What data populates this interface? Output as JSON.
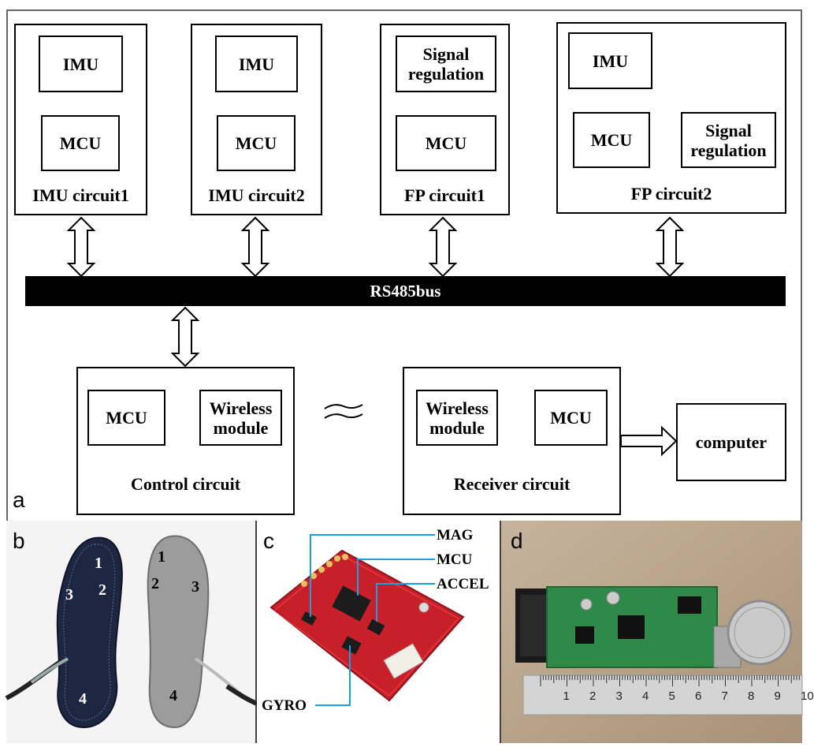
{
  "panel_a": {
    "letter": "a",
    "imu_circuit1": {
      "top": "IMU",
      "bottom": "MCU",
      "caption": "IMU circuit1"
    },
    "imu_circuit2": {
      "top": "IMU",
      "bottom": "MCU",
      "caption": "IMU circuit2"
    },
    "fp_circuit1": {
      "top_line1": "Signal",
      "top_line2": "regulation",
      "bottom": "MCU",
      "caption": "FP circuit1"
    },
    "fp_circuit2": {
      "imu": "IMU",
      "mcu": "MCU",
      "sig_line1": "Signal",
      "sig_line2": "regulation",
      "caption": "FP circuit2"
    },
    "bus": "RS485bus",
    "control_circuit": {
      "mcu": "MCU",
      "wireless_line1": "Wireless",
      "wireless_line2": "module",
      "caption": "Control circuit"
    },
    "receiver_circuit": {
      "wireless_line1": "Wireless",
      "wireless_line2": "module",
      "mcu": "MCU",
      "caption": "Receiver circuit"
    },
    "computer": "computer"
  },
  "panel_b": {
    "letter": "b",
    "left_labels": [
      "1",
      "2",
      "3",
      "4"
    ],
    "right_labels": [
      "1",
      "2",
      "3",
      "4"
    ]
  },
  "panel_c": {
    "letter": "c",
    "callouts": [
      "MAG",
      "MCU",
      "ACCEL",
      "GYRO"
    ]
  },
  "panel_d": {
    "letter": "d",
    "ruler_numbers": [
      "1",
      "2",
      "3",
      "4",
      "5",
      "6",
      "7",
      "8",
      "9",
      "10"
    ]
  },
  "colors": {
    "callout_line": "#1aa0e0",
    "board_red": "#c8202a",
    "pcb_green": "#2f8a4a"
  }
}
